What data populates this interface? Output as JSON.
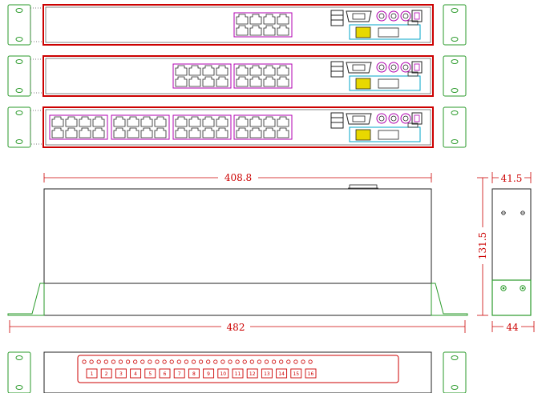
{
  "drawing": {
    "front_views": [
      {
        "name": "8-port",
        "port_groups": 1
      },
      {
        "name": "16-port",
        "port_groups": 2
      },
      {
        "name": "32-port",
        "port_groups": 4
      }
    ],
    "dimensions": {
      "body_width": "408.8",
      "rack_width": "482",
      "height": "131.5",
      "depth_top": "41.5",
      "depth_bottom": "44"
    },
    "rear_panel": {
      "led_count": 32,
      "port_labels": [
        "1",
        "2",
        "3",
        "4",
        "5",
        "6",
        "7",
        "8",
        "9",
        "10",
        "11",
        "12",
        "13",
        "14",
        "15",
        "16"
      ]
    },
    "colors": {
      "outline": "#cc0000",
      "ear": "#2a9a2a",
      "port": "#b000b0",
      "console": "#00a6c8",
      "highlight": "#e8d800",
      "dimension": "#cc0000"
    }
  }
}
